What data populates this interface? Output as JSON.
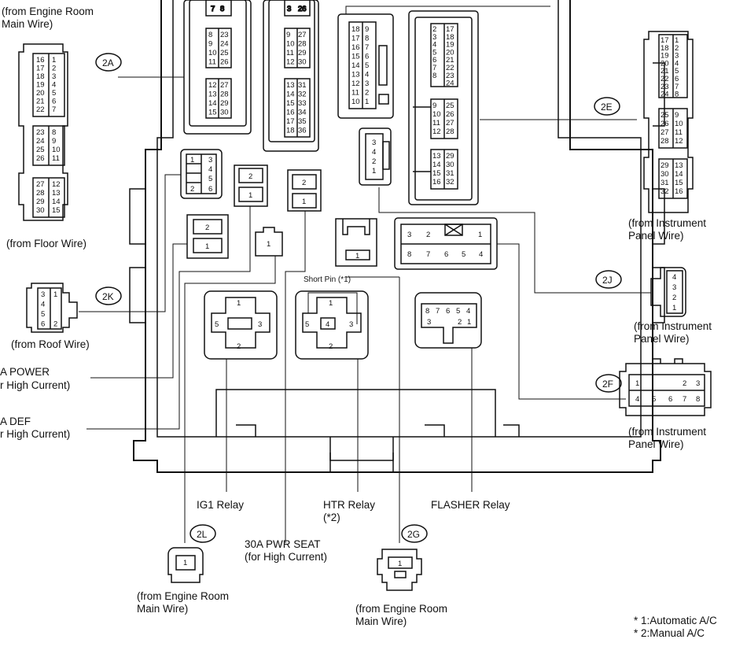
{
  "colors": {
    "line": "#111111",
    "background": "#ffffff"
  },
  "connectors": {
    "2A": {
      "tag": "2A",
      "from": [
        "(from Floor Wire)"
      ],
      "pins_top": [
        [
          "16",
          "1"
        ],
        [
          "17",
          "2"
        ],
        [
          "18",
          "3"
        ],
        [
          "19",
          "4"
        ],
        [
          "20",
          "5"
        ],
        [
          "21",
          "6"
        ],
        [
          "22",
          "7"
        ]
      ],
      "pins_mid": [
        [
          "23",
          "8"
        ],
        [
          "24",
          "9"
        ],
        [
          "25",
          "10"
        ],
        [
          "26",
          "11"
        ]
      ],
      "pins_bot": [
        [
          "27",
          "12"
        ],
        [
          "28",
          "13"
        ],
        [
          "29",
          "14"
        ],
        [
          "30",
          "15"
        ]
      ]
    },
    "2K": {
      "tag": "2K",
      "from": [
        "(from Roof Wire)"
      ],
      "pins": [
        [
          "3",
          "1"
        ],
        [
          "4",
          ""
        ],
        [
          "5",
          ""
        ],
        [
          "6",
          "2"
        ]
      ]
    },
    "2E": {
      "tag": "2E",
      "from": [
        "(from Instrument",
        "Panel Wire)"
      ],
      "pins_top": [
        [
          "17",
          "1"
        ],
        [
          "18",
          "2"
        ],
        [
          "19",
          "3"
        ],
        [
          "20",
          "4"
        ],
        [
          "21",
          "5"
        ],
        [
          "22",
          "6"
        ],
        [
          "23",
          "7"
        ],
        [
          "24",
          "8"
        ]
      ],
      "pins_mid": [
        [
          "25",
          "9"
        ],
        [
          "26",
          "10"
        ],
        [
          "27",
          "11"
        ],
        [
          "28",
          "12"
        ]
      ],
      "pins_bot": [
        [
          "29",
          "13"
        ],
        [
          "30",
          "14"
        ],
        [
          "31",
          "15"
        ],
        [
          "32",
          "16"
        ]
      ]
    },
    "2J": {
      "tag": "2J",
      "from": [
        "(from Instrument",
        "Panel Wire)"
      ],
      "pins": [
        "4",
        "3",
        "2",
        "1"
      ]
    },
    "2F": {
      "tag": "2F",
      "from": [
        "(from Instrument",
        "Panel Wire)"
      ],
      "pins_top": [
        "1",
        "2",
        "3"
      ],
      "pins_bot": [
        "4",
        "5",
        "6",
        "7",
        "8"
      ]
    },
    "2L": {
      "tag": "2L",
      "from": [
        "(from Engine Room",
        "Main Wire)"
      ],
      "pin": "1"
    },
    "2G": {
      "tag": "2G",
      "from": [
        "(from Engine Room",
        "Main Wire)"
      ],
      "pin": "1"
    }
  },
  "top_left_label": [
    "(from Engine Room",
    "Main Wire)"
  ],
  "left_labels": {
    "power": [
      "A POWER",
      "r High Current)"
    ],
    "def": [
      "A DEF",
      "r High Current)"
    ]
  },
  "relays": {
    "ig1": {
      "label": "IG1 Relay",
      "pins": [
        "1",
        "2",
        "3",
        "5"
      ]
    },
    "htr": {
      "label": [
        "HTR Relay",
        "(*2)"
      ],
      "pins": [
        "1",
        "2",
        "3",
        "4",
        "5"
      ]
    },
    "flasher": {
      "label": "FLASHER Relay",
      "pins_top": [
        "8",
        "7",
        "6",
        "5",
        "4"
      ],
      "pins_bot": [
        "3",
        "2",
        "1"
      ]
    }
  },
  "short_pin": "Short Pin (*1)",
  "pwr_seat": [
    "30A PWR SEAT",
    "(for High Current)"
  ],
  "block_connectors": {
    "a": {
      "top": [
        "7",
        "8"
      ],
      "pins": [
        [
          "8",
          "23"
        ],
        [
          "9",
          "24"
        ],
        [
          "10",
          "25"
        ],
        [
          "11",
          "26"
        ],
        [
          "12",
          "27"
        ],
        [
          "13",
          "28"
        ],
        [
          "14",
          "29"
        ],
        [
          "15",
          "30"
        ]
      ]
    },
    "b": {
      "top": [
        "3",
        "26"
      ],
      "pins": [
        [
          "9",
          "27"
        ],
        [
          "10",
          "28"
        ],
        [
          "11",
          "29"
        ],
        [
          "12",
          "30"
        ],
        [
          "13",
          "31"
        ],
        [
          "14",
          "32"
        ],
        [
          "15",
          "33"
        ],
        [
          "16",
          "34"
        ],
        [
          "17",
          "35"
        ],
        [
          "18",
          "36"
        ]
      ]
    },
    "c": {
      "pins": [
        [
          "18",
          "9"
        ],
        [
          "17",
          "8"
        ],
        [
          "16",
          "7"
        ],
        [
          "15",
          "6"
        ],
        [
          "14",
          "5"
        ],
        [
          "13",
          "4"
        ],
        [
          "12",
          "3"
        ],
        [
          "11",
          "2"
        ],
        [
          "10",
          "1"
        ]
      ]
    },
    "d": {
      "pins_top": [
        [
          "2",
          "17"
        ],
        [
          "3",
          "18"
        ],
        [
          "4",
          "19"
        ],
        [
          "5",
          "20"
        ],
        [
          "6",
          "21"
        ],
        [
          "7",
          "22"
        ],
        [
          "8",
          "23"
        ],
        [
          "",
          "24"
        ]
      ],
      "pins_mid": [
        [
          "9",
          "25"
        ],
        [
          "10",
          "26"
        ],
        [
          "11",
          "27"
        ],
        [
          "12",
          "28"
        ]
      ],
      "pins_bot": [
        [
          "13",
          "29"
        ],
        [
          "14",
          "30"
        ],
        [
          "15",
          "31"
        ],
        [
          "16",
          "32"
        ]
      ]
    },
    "e": {
      "pins": [
        "1",
        "3",
        "4",
        "5",
        "2",
        "6"
      ]
    },
    "f": {
      "pins": [
        "3",
        "4",
        "2",
        "1"
      ]
    },
    "g": {
      "top": [
        "3",
        "2",
        "",
        "1"
      ],
      "bot": [
        "8",
        "7",
        "6",
        "5",
        "4"
      ]
    },
    "fuse2": [
      "2",
      "1"
    ],
    "fuse_single": [
      "1"
    ]
  },
  "notes": [
    "* 1:Automatic A/C",
    "* 2:Manual A/C"
  ]
}
